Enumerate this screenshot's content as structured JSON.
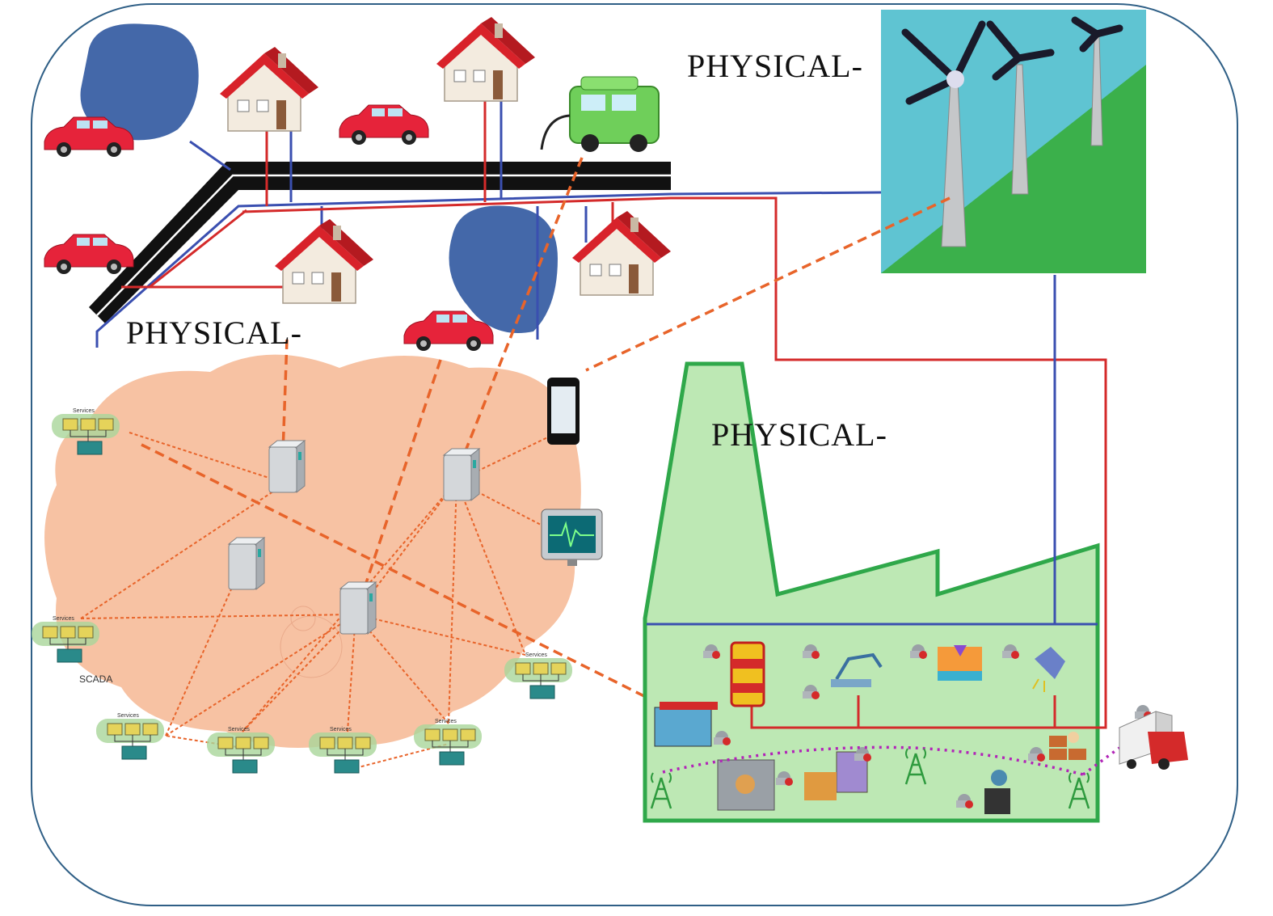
{
  "labels": {
    "physical_top": "PHYSICAL-",
    "physical_left": "PHYSICAL-",
    "physical_factory": "PHYSICAL-"
  },
  "network": {
    "services_label": "Services",
    "scada_label": "SCADA"
  },
  "colors": {
    "frame": "#2f5f86",
    "road": "#111111",
    "power_line_blue": "#3a4fb0",
    "power_line_red": "#d42a2a",
    "data_link": "#e8642a",
    "cloud": "#f7c2a3",
    "factory_fill": "#bde8b4",
    "factory_outline": "#2fa84a",
    "wireless_link": "#b224b8",
    "wind_sky": "#5fc4d2",
    "wind_hill": "#3bb04b"
  },
  "icons": [
    "house-icon",
    "car-icon",
    "electric-car-icon",
    "wind-turbine-icon",
    "server-icon",
    "smartphone-icon",
    "monitor-icon",
    "services-node-icon",
    "factory-icon",
    "truck-icon",
    "antenna-icon",
    "sensor-icon",
    "robot-arm-icon"
  ]
}
